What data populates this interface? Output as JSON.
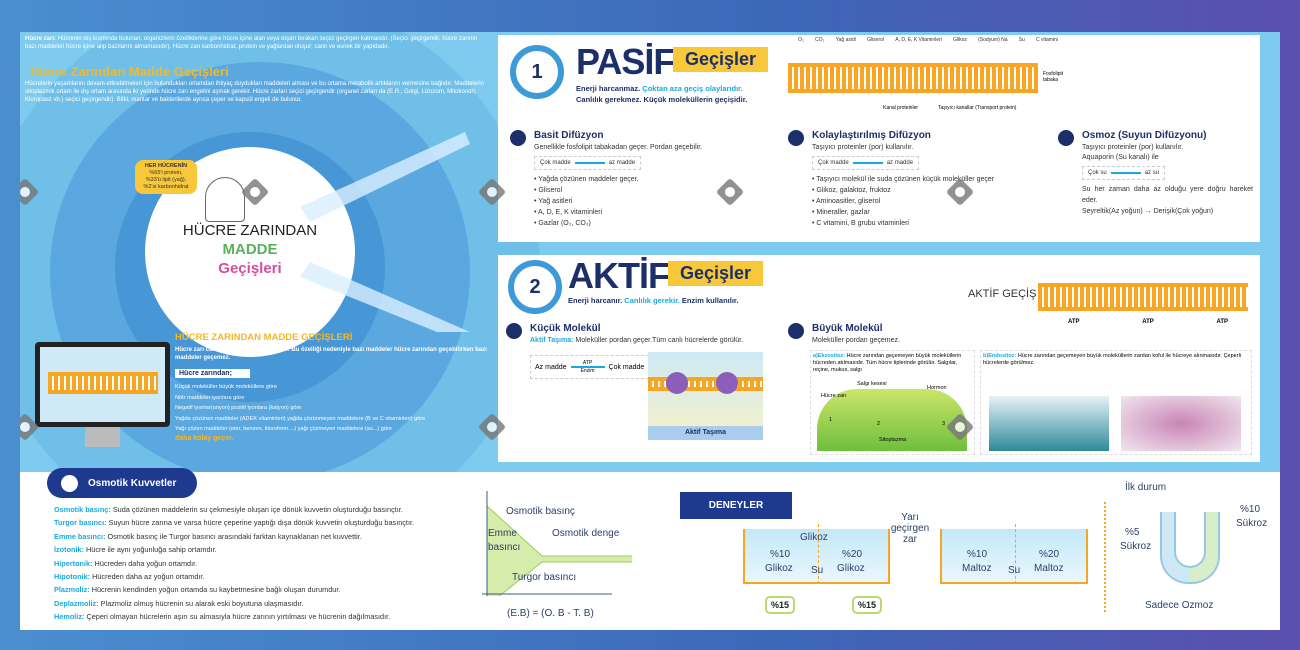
{
  "intro": {
    "lead_label": "Hücre zarı:",
    "lead_text": "Hücrenin dış kısmında bulunan, organizlerin özelliklerine göre hücre içine alan veya dışarı bırakan seçici geçirgen katmandır. (Seçici geçirgenlik; hücre zarının bazı maddeleri hücre içine alıp bazılarını almamasıdır). Hücre zarı karbonhidrat, protein ve yağlardan oluşur; canlı ve esnek bir yapıdadır.",
    "title": "Hücre Zarından Madde Geçişleri",
    "text": "Hücrelerin yaşamlarını devam ettirebilmeleri için bulundukları ortamdan ihtiyaç duydukları maddeleri alması ve bu ortama metabolik artıklarını vermesine bağlıdır. Maddelerin sitoplazmik ortam ile dış ortam arasında iki yerinde hücre zarı engelini aşmak gerekir. Hücre zarları seçici geçirgendir (organel zarları da (E.R., Golgi, Lizozom, Mitokondri, Kloroplast vb.) seçici geçirgendir). Bitki, mantar ve bakterilerde ayrıca çeper ve kapsül engeli de bulunur."
  },
  "center": {
    "bubble": [
      "HER HÜCRENİN",
      "%65'i protein,",
      "%33'ü lipit (yağ),",
      "%2'si karbonhidrat"
    ],
    "line1": "HÜCRE ZARINDAN",
    "line2": "MADDE",
    "line3": "Geçişleri"
  },
  "left_box": {
    "title": "HÜCRE ZARINDAN MADDE GEÇİŞLERİ",
    "text": "Hücre zarı canlıdır ve seçici-geçirgendir. Bu özelliği nedeniyle bazı maddeler hücre zarından geçebilirken bazı maddeler geçemez.",
    "label": "Hücre zarından;",
    "items": [
      "Küçük moleküller büyük moleküllere göre",
      "Nötr maddeler iyonlara göre",
      "Negatif iyonlar(anyon) pozitif iyonlara (katyon) göre",
      "Yağda çözünen maddeler (ADEK vitaminleri) yağda çözünmeyen maddelere (B ve C vitaminleri) göre",
      "Yağı çözen maddeler (eter, benzen, kloroform....) yağı çözmeyen maddelere (su...) göre"
    ],
    "footer": "daha kolay geçer."
  },
  "pasif": {
    "num": "1",
    "title": "PASİF",
    "tag": "Geçişler",
    "line1a": "Enerji harcanmaz.",
    "line1b": "Çoktan aza geçiş olaylarıdır.",
    "line2": "Canlılık gerekmez.  Küçük moleküllerin geçişidir.",
    "membrane_labels": [
      "O₂",
      "CO₂",
      "Yağ asidi",
      "Gliserol",
      "A, D, E, K Vitaminleri",
      "Glikoz",
      "(Sodyum) Na",
      "Su",
      "C vitamini"
    ],
    "fosfolipit": "Fosfolipit tabaka",
    "kanal": "Kanal proteinler",
    "tasiyici": "Taşıyıcı kanallar (Transport protein)",
    "sections": [
      {
        "title": "Basit Difüzyon",
        "desc": "Genellikle fosfolipit tabakadan geçer. Pordan geçebilir.",
        "from": "Çok madde",
        "to": "az madde",
        "items": [
          "• Yağda çözünen maddeler geçer.",
          "• Gliserol",
          "• Yağ asitleri",
          "• A, D, E, K vitaminleri",
          "• Gazlar (O₂, CO₂)"
        ]
      },
      {
        "title": "Kolaylaştırılmış Difüzyon",
        "desc": "Taşıyıcı proteinler (por) kullanılır.",
        "from": "Çok madde",
        "to": "az madde",
        "items": [
          "• Taşıyıcı molekül ile suda çözünen küçük moleküller geçer",
          "• Glikoz, galaktoz, fruktoz",
          "• Aminoasitler, gliserol",
          "• Mineraller, gazlar",
          "• C vitamini, B grubu vitaminleri"
        ]
      },
      {
        "title": "Osmoz (Suyun Difüzyonu)",
        "desc": "Taşıyıcı proteinler (por) kullanılır.",
        "desc2": "Aquaporin (Su kanalı) ile",
        "from": "Çok su",
        "to": "az su",
        "items": [
          "Su her zaman daha az olduğu yere doğru hareket eder.",
          "Seyreltik(Az yoğun) → Derişik(Çok yoğun)"
        ]
      }
    ]
  },
  "aktif": {
    "num": "2",
    "title": "AKTİF",
    "tag": "Geçişler",
    "line1a": "Enerji harcanır.",
    "line1b": "Canlılık gerekir.",
    "line1c": "Enzim kullanılır.",
    "diagram_title": "AKTİF GEÇİŞ",
    "atp": "ATP",
    "kucuk": {
      "title": "Küçük Molekül",
      "lead": "Aktif Taşıma:",
      "desc": "Moleküller pordan geçer.Tüm canlı hücrelerde görülür.",
      "from": "Az madde",
      "to": "Çok madde",
      "top": "ATP",
      "bottom": "Enzim",
      "img_label": "Aktif Taşıma"
    },
    "buyuk": {
      "title": "Büyük Molekül",
      "desc": "Moleküller pordan geçemez.",
      "ekz_lead": "a)Ekzositoz:",
      "ekz_text": "Hücre zarından geçemeyen büyük moleküllerin hücreden atılmasıdır. Tüm hücre tiplerinde görülür. Salgılar, reçine, mukus, salgı",
      "ekz_labels": [
        "Salgı kesesi",
        "Hormon",
        "Hücre zarı",
        "1",
        "2",
        "3",
        "Sitoplazma"
      ],
      "end_lead": "b)Endositoz:",
      "end_text": "Hücre zarından geçemeyen büyük moleküllerin zardan koful ile hücreye alınmasıdır. Çeperli hücrelerde görülmez."
    }
  },
  "osmotik": {
    "title": "Osmotik Kuvvetler",
    "items": [
      {
        "k": "Osmotik basınç:",
        "v": "Suda çözünen maddelerin su çekmesiyle oluşan içe dönük kuvvetin oluşturduğu basınçtır."
      },
      {
        "k": "Turgor basıncı:",
        "v": "Suyun hücre zarına ve varsa hücre çeperine yaptığı dışa dönük kuvvetin oluşturduğu basınçtır."
      },
      {
        "k": "Emme basıncı:",
        "v": "Osmotik basınç ile Turgor basıncı arasındaki farktan kaynaklanan net kuvvettir."
      },
      {
        "k": "İzotonik:",
        "v": "Hücre ile aynı yoğunluğa sahip ortamdır."
      },
      {
        "k": "Hipertonik:",
        "v": "Hücreden daha yoğun ortamdır."
      },
      {
        "k": "Hipotonik:",
        "v": "Hücreden daha az yoğun ortamdır."
      },
      {
        "k": "Plazmoliz:",
        "v": "Hücrenin kendinden yoğun ortamda su kaybetmesine bağlı oluşan durumdur."
      },
      {
        "k": "Deplazmoliz:",
        "v": "Plazmoliz olmuş hücrenin su alarak eski boyutuna ulaşmasıdır."
      },
      {
        "k": "Hemoliz:",
        "v": "Çeperi olmayan hücrelerin aşırı su almasıyla hücre zarının yırtılması ve hücrenin dağılmasıdır."
      }
    ],
    "graph": {
      "top": "Osmotik basınç",
      "left1": "Emme",
      "left2": "basıncı",
      "right": "Osmotik denge",
      "bottom": "Turgor basıncı",
      "formula": "(E.B) = (O. B - T. B)"
    }
  },
  "deneyler": {
    "title": "DENEYLER",
    "zar1": "Yarı",
    "zar2": "geçirgen",
    "zar3": "zar",
    "t1": {
      "top": "Glikoz",
      "l1": "%10",
      "l2": "Glikoz",
      "r1": "%20",
      "r2": "Glikoz",
      "su": "Su",
      "p1": "%15",
      "p2": "%15"
    },
    "t2": {
      "l1": "%10",
      "l2": "Maltoz",
      "r1": "%20",
      "r2": "Maltoz",
      "su": "Su"
    },
    "u": {
      "ilk": "İlk durum",
      "r1": "%10",
      "r2": "Sükroz",
      "l1": "%5",
      "l2": "Sükroz",
      "bottom": "Sadece Ozmoz"
    }
  }
}
